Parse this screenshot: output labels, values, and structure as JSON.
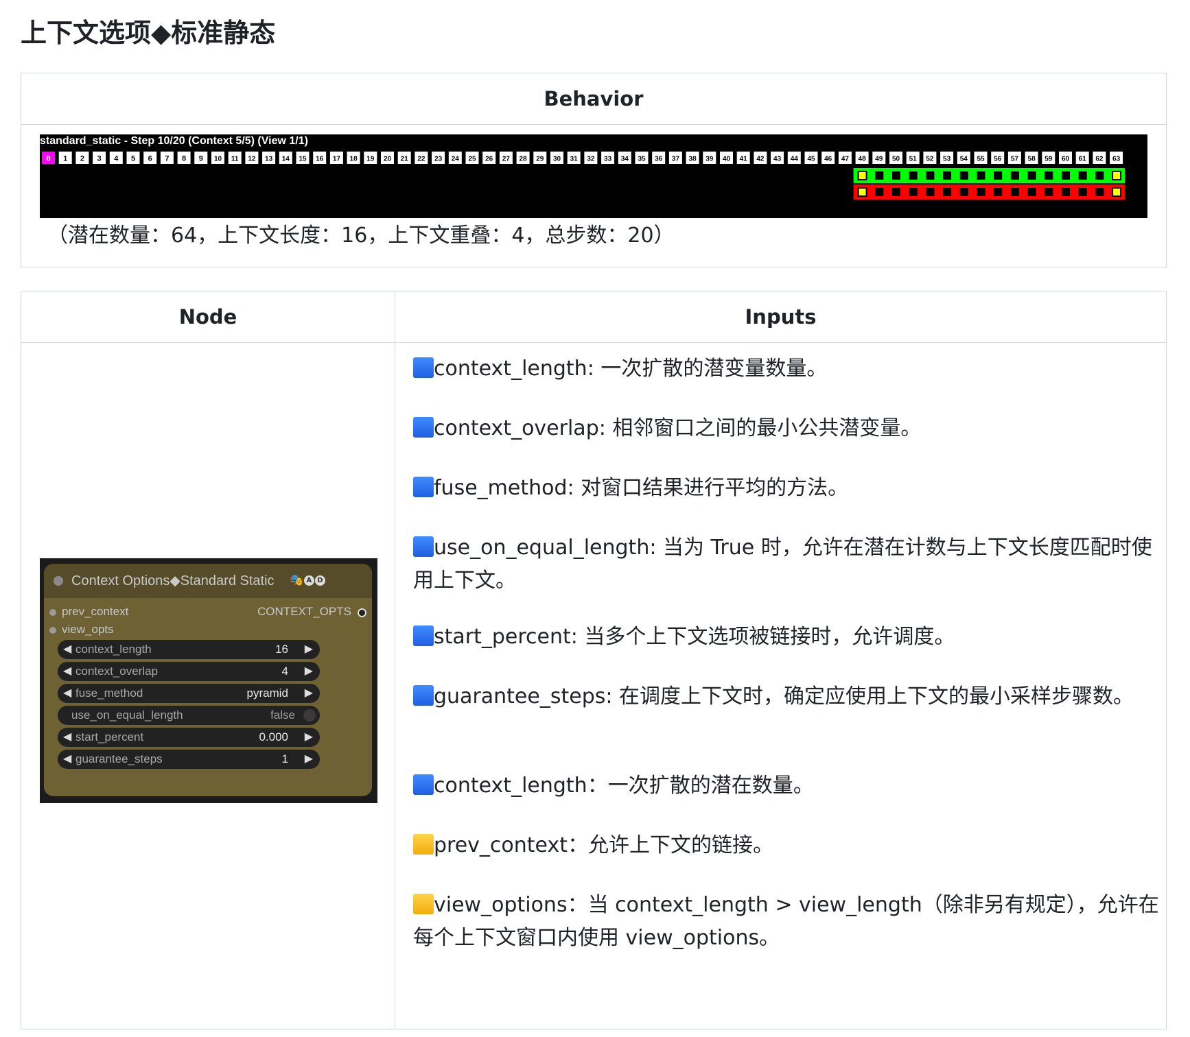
{
  "page_title": "上下文选项◆标准静态",
  "behavior_table": {
    "header": "Behavior",
    "viz_title": "standard_static - Step 10/20 (Context 5/5) (View 1/1)",
    "latent_count": 64,
    "context_start": 48,
    "context_end": 63,
    "colors": {
      "current": "#ff00ff",
      "context_row": "#00ff00",
      "view_row": "#ff0000",
      "endpoint": "#ffff00"
    },
    "caption": "（潜在数量：64，上下文长度：16，上下文重叠：4，总步数：20）"
  },
  "node_table": {
    "headers": {
      "node": "Node",
      "inputs": "Inputs"
    },
    "node_card": {
      "title": "Context Options◆Standard Static",
      "badge_icons": [
        "mask-icon",
        "a-badge-icon",
        "d-badge-icon"
      ],
      "badge_a": "A",
      "badge_d": "D",
      "inputs": [
        "prev_context",
        "view_opts"
      ],
      "output": "CONTEXT_OPTS",
      "widgets": [
        {
          "name": "context_length",
          "value": "16"
        },
        {
          "name": "context_overlap",
          "value": "4"
        },
        {
          "name": "fuse_method",
          "value": "pyramid"
        },
        {
          "name": "use_on_equal_length",
          "value": "false"
        },
        {
          "name": "start_percent",
          "value": "0.000"
        },
        {
          "name": "guarantee_steps",
          "value": "1"
        }
      ]
    },
    "inputs": [
      {
        "icon": "blue-square-icon",
        "text": "context_length: 一次扩散的潜变量数量。"
      },
      {
        "icon": "blue-square-icon",
        "text": "context_overlap: 相邻窗口之间的最小公共潜变量。"
      },
      {
        "icon": "blue-square-icon",
        "text": "fuse_method: 对窗口结果进行平均的方法。"
      },
      {
        "icon": "blue-square-icon",
        "text": "use_on_equal_length: 当为 True 时，允许在潜在计数与上下文长度匹配时使用上下文。"
      },
      {
        "icon": "blue-square-icon",
        "text": "start_percent: 当多个上下文选项被链接时，允许调度。"
      },
      {
        "icon": "blue-square-icon",
        "text": "guarantee_steps: 在调度上下文时，确定应使用上下文的最小采样步骤数。"
      },
      {
        "icon": "blue-square-icon",
        "text": "context_length：一次扩散的潜在数量。"
      },
      {
        "icon": "yellow-square-icon",
        "text": "prev_context：允许上下文的链接。"
      },
      {
        "icon": "yellow-square-icon",
        "text": "view_options：当 context_length > view_length（除非另有规定），允许在每个上下文窗口内使用 view_options。"
      }
    ]
  }
}
